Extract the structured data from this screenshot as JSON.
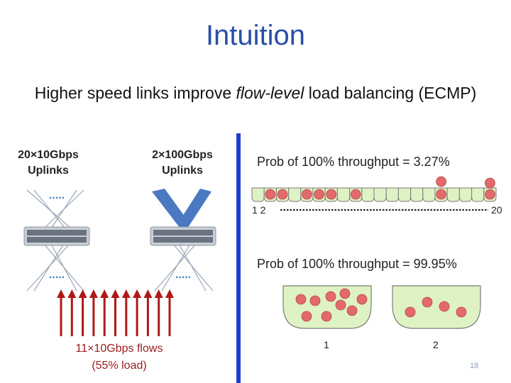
{
  "title": "Intuition",
  "subtitle": {
    "before": "Higher speed links improve ",
    "emphasis": "flow-level",
    "after": " load balancing (ECMP)"
  },
  "left_panel": {
    "uplinks_10g": [
      "20×10Gbps",
      "Uplinks"
    ],
    "uplinks_100g": [
      "2×100Gbps",
      "Uplinks"
    ],
    "flows": [
      "11×10Gbps flows",
      "(55% load)"
    ],
    "ellipsis": "....."
  },
  "right_panel": {
    "prob_top": "Prob of 100% throughput = 3.27%",
    "prob_bottom": "Prob of 100% throughput = 99.95%",
    "bin_start": "1  2",
    "bin_end": "20",
    "big_bin_1": "1",
    "big_bin_2": "2"
  },
  "colors": {
    "title": "#2a4ea8",
    "divider": "#1f3fd1",
    "flow_arrow": "#b01717",
    "ball": "#e26a6a",
    "bin_fill": "#dff2c4",
    "thick_link": "#4a79c2"
  },
  "slide_number": "18"
}
